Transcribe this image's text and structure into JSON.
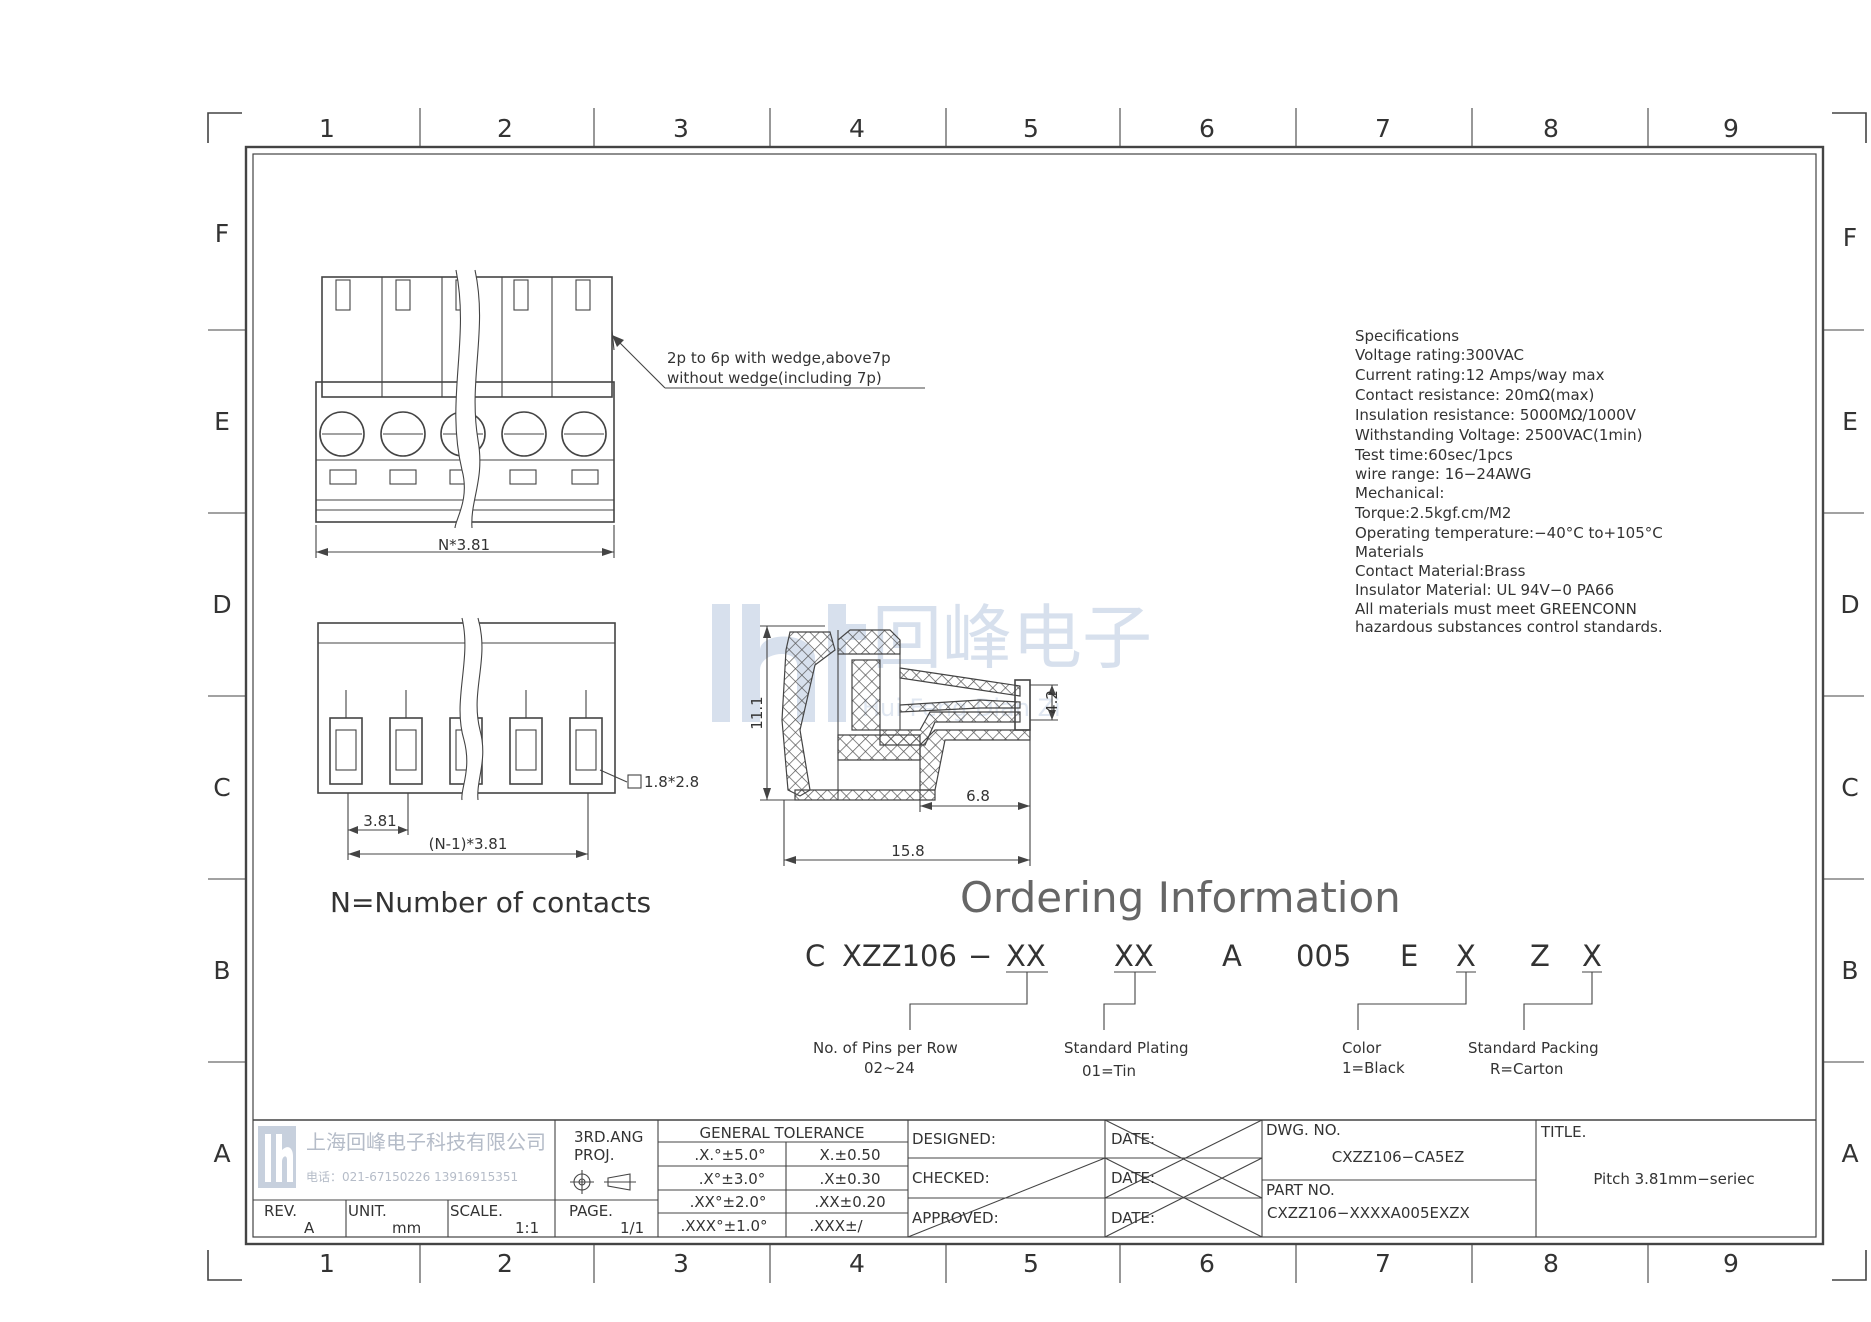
{
  "grid": {
    "columns": [
      "1",
      "2",
      "3",
      "4",
      "5",
      "6",
      "7",
      "8",
      "9"
    ],
    "rows": [
      "F",
      "E",
      "D",
      "C",
      "B",
      "A"
    ]
  },
  "views": {
    "note_line1": "2p to 6p with wedge,above7p",
    "note_line2": "without wedge(including 7p)",
    "dim_front_width": "N*3.81",
    "dim_pitch": "3.81",
    "dim_span": "(N-1)*3.81",
    "dim_hole": "1.8*2.8",
    "dim_height": "11.1",
    "dim_inner": "4.2",
    "dim_depth_short": "6.8",
    "dim_depth_total": "15.8",
    "contacts_note": "N=Number  of  contacts"
  },
  "watermark": {
    "company_cn": "回峰电子",
    "company_pinyin": "Hui Feng Dian Zi"
  },
  "specifications": [
    "Specifications",
    "Voltage rating:300VAC",
    "Current  rating:12  Amps/way  max",
    "Contact  resistance:  20mΩ(max)",
    "Insulation  resistance:  5000MΩ/1000V",
    "Withstanding  Voltage:  2500VAC(1min)",
    "Test  time:60sec/1pcs",
    "wire  range:  16−24AWG",
    "Mechanical:",
    "Torque:2.5kgf.cm/M2",
    "Operating  temperature:−40°C  to+105°C",
    "Materials",
    "Contact  Material:Brass",
    "Insulator  Material:  UL  94V−0  PA66",
    "All  materials  must  meet  GREENCONN",
    "hazardous  substances  control  standards."
  ],
  "ordering": {
    "title": "Ordering  Information",
    "code": [
      "C",
      "XZZ106",
      "−",
      "XX",
      "XX",
      "A",
      "005",
      "E",
      "X",
      "Z",
      "X"
    ],
    "pins_label": "No.  of  Pins  per  Row",
    "pins_range": "02~24",
    "plating_label": "Standard  Plating",
    "plating_value": "01=Tin",
    "color_label": "Color",
    "color_value": "1=Black",
    "packing_label": "Standard  Packing",
    "packing_value": "R=Carton"
  },
  "title_block": {
    "company_name": "上海回峰电子科技有限公司",
    "phone": "电话：021-67150226  13916915351",
    "projection_label": "3RD.ANG",
    "projection_sub": "PROJ.",
    "tolerance_title": "GENERAL  TOLERANCE",
    "tolerances": [
      [
        ".X.°±5.0°",
        "X.±0.50"
      ],
      [
        ".X°±3.0°",
        ".X±0.30"
      ],
      [
        ".XX°±2.0°",
        ".XX±0.20"
      ],
      [
        ".XXX°±1.0°",
        ".XXX±/"
      ]
    ],
    "designed": "DESIGNED:",
    "checked": "CHECKED:",
    "approved": "APPROVED:",
    "date": "DATE:",
    "dwg_no_label": "DWG.  NO.",
    "dwg_no": "CXZZ106−CA5EZ",
    "part_no_label": "PART  NO.",
    "part_no": "CXZZ106−XXXXA005EXZX",
    "title_label": "TITLE.",
    "title": "Pitch  3.81mm−seriec",
    "rev_label": "REV.",
    "rev": "A",
    "unit_label": "UNIT.",
    "unit": "mm",
    "scale_label": "SCALE.",
    "scale": "1:1",
    "page_label": "PAGE.",
    "page": "1/1"
  }
}
